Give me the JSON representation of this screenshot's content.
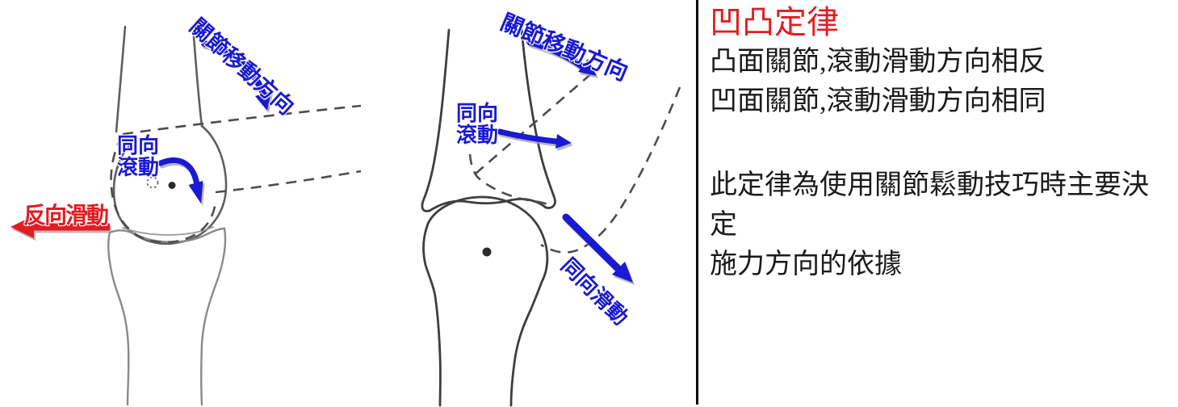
{
  "diagrams": {
    "left": {
      "movement_label": "關節移動方向",
      "roll_label_line1": "同向",
      "roll_label_line2": "滾動",
      "slide_label": "反向滑動"
    },
    "right": {
      "movement_label": "關節移動方向",
      "roll_label_line1": "同向",
      "roll_label_line2": "滾動",
      "slide_label": "同向滑動"
    }
  },
  "panel": {
    "title": "凹凸定律",
    "rule_lines": [
      "凸面關節,滾動滑動方向相反",
      "凹面關節,滾動滑動方向相同"
    ],
    "note_lines": [
      "此定律為使用關節鬆動技巧時主要決定",
      "施力方向的依據"
    ]
  },
  "colors": {
    "blue": "#1a1ad2",
    "red": "#e11d22",
    "ink": "#1a1a1a"
  }
}
